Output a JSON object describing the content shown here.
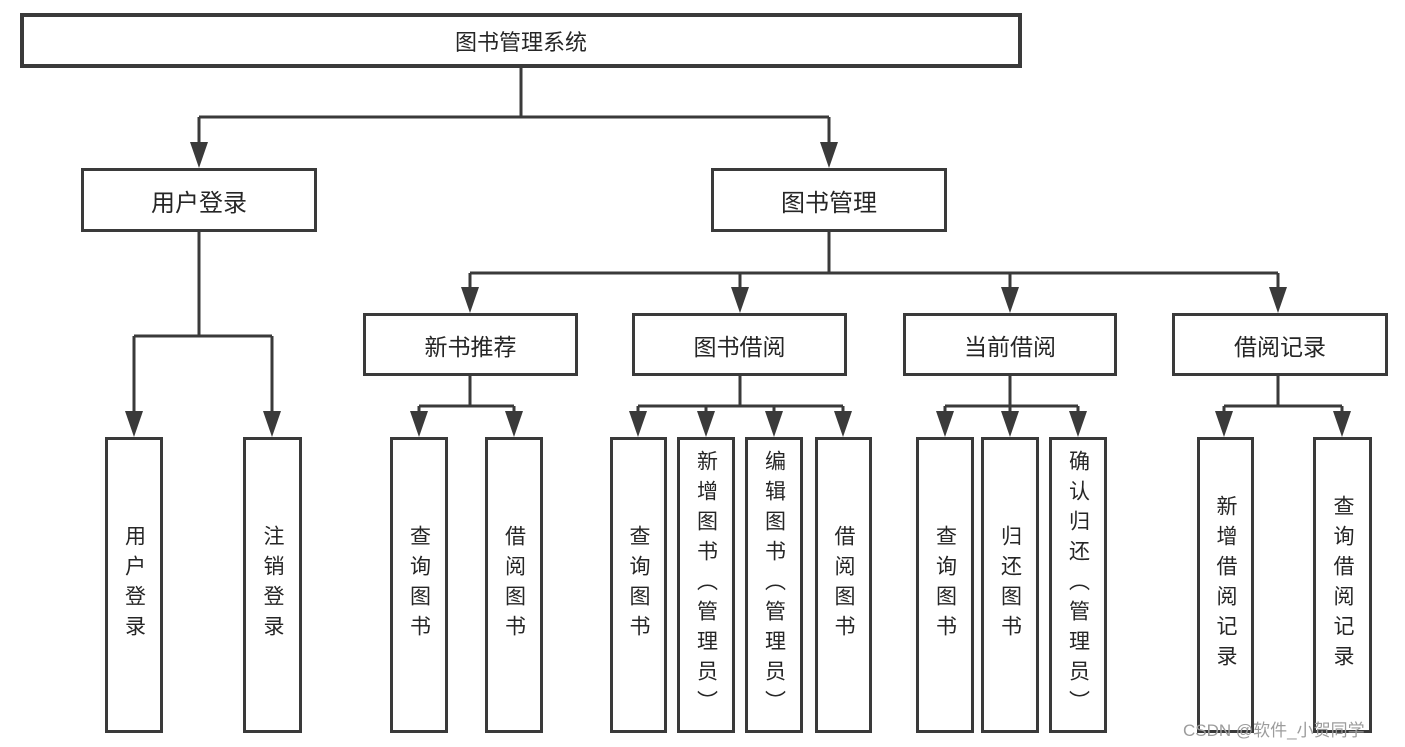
{
  "diagram": {
    "type": "hierarchy-tree",
    "root": {
      "label": "图书管理系统"
    },
    "branches": [
      {
        "label": "用户登录",
        "children": [
          {
            "label": "用户登录"
          },
          {
            "label": "注销登录"
          }
        ]
      },
      {
        "label": "图书管理",
        "children": [
          {
            "label": "新书推荐",
            "children": [
              {
                "label": "查询图书"
              },
              {
                "label": "借阅图书"
              }
            ]
          },
          {
            "label": "图书借阅",
            "children": [
              {
                "label": "查询图书"
              },
              {
                "label": "新增图书（管理员）"
              },
              {
                "label": "编辑图书（管理员）"
              },
              {
                "label": "借阅图书"
              }
            ]
          },
          {
            "label": "当前借阅",
            "children": [
              {
                "label": "查询图书"
              },
              {
                "label": "归还图书"
              },
              {
                "label": "确认归还（管理员）"
              }
            ]
          },
          {
            "label": "借阅记录",
            "children": [
              {
                "label": "新增借阅记录"
              },
              {
                "label": "查询借阅记录"
              }
            ]
          }
        ]
      }
    ],
    "watermark": "CSDN @软件_小贺同学",
    "colors": {
      "line": "#3a3a3a",
      "text": "#262626",
      "background": "#ffffff",
      "watermark": "#9c9c9c"
    }
  }
}
